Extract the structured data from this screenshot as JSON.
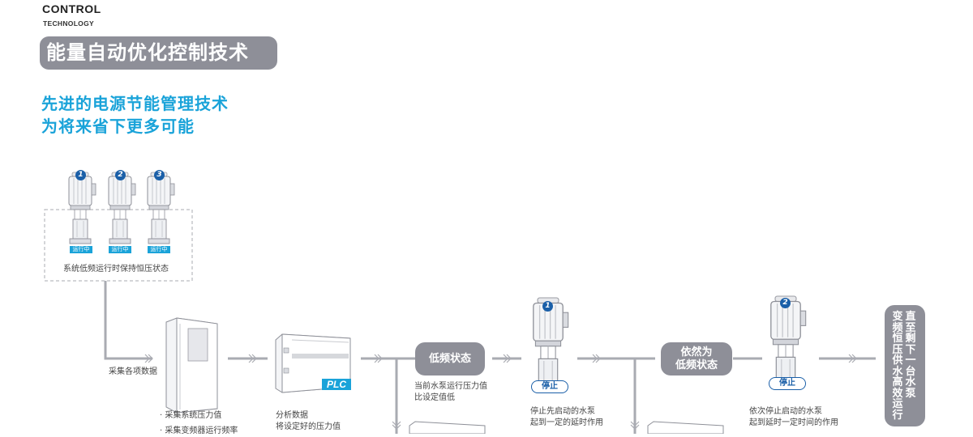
{
  "brand": {
    "line1": "CONTROL",
    "line2": "TECHNOLOGY"
  },
  "title": "能量自动优化控制技术",
  "slogan": {
    "line1": "先进的电源节能管理技术",
    "line2": "为将来省下更多可能"
  },
  "pumps_group": {
    "numbers": [
      "1",
      "2",
      "3"
    ],
    "status": "运行中",
    "caption": "系统低频运行时保持恒压状态"
  },
  "collect": {
    "label": "采集各项数据",
    "bullets": [
      "· 采集系统压力值",
      "· 采集变频器运行频率"
    ]
  },
  "plc": {
    "label": "PLC",
    "desc_line1": "分析数据",
    "desc_line2": "将设定好的压力值"
  },
  "state1": {
    "label": "低频状态",
    "desc_line1": "当前水泵运行压力值",
    "desc_line2": "比设定值低"
  },
  "pump1": {
    "number": "1",
    "status": "停止",
    "desc_line1": "停止先启动的水泵",
    "desc_line2": "起到一定的延时作用"
  },
  "state2": {
    "label_line1": "依然为",
    "label_line2": "低频状态"
  },
  "pump2": {
    "number": "2",
    "status": "停止",
    "desc_line1": "依次停止启动的水泵",
    "desc_line2": "起到延时一定时间的作用"
  },
  "final": {
    "col1": "直至剩下一台水泵",
    "col2": "变频恒压供水高效运行"
  },
  "colors": {
    "accent": "#1aa3d9",
    "pill_gray": "#8e8f98",
    "badge_blue": "#1a5fa8",
    "line_gray": "#a9abb2"
  }
}
